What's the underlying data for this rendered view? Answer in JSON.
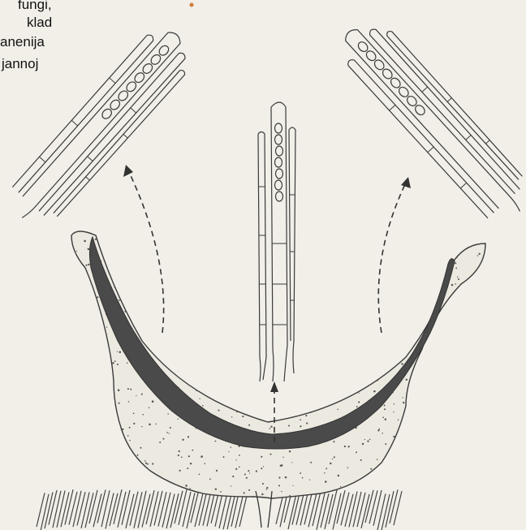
{
  "caption": {
    "line1": "fungi,",
    "line2": "klad",
    "line3": "anenija",
    "line4": "jannoj"
  },
  "colors": {
    "paper": "#f1efe8",
    "ink": "#3a3a3a",
    "hymenium": "#4a4a4a",
    "stipple": "#555555",
    "accent_mark": "#d27a3a"
  }
}
